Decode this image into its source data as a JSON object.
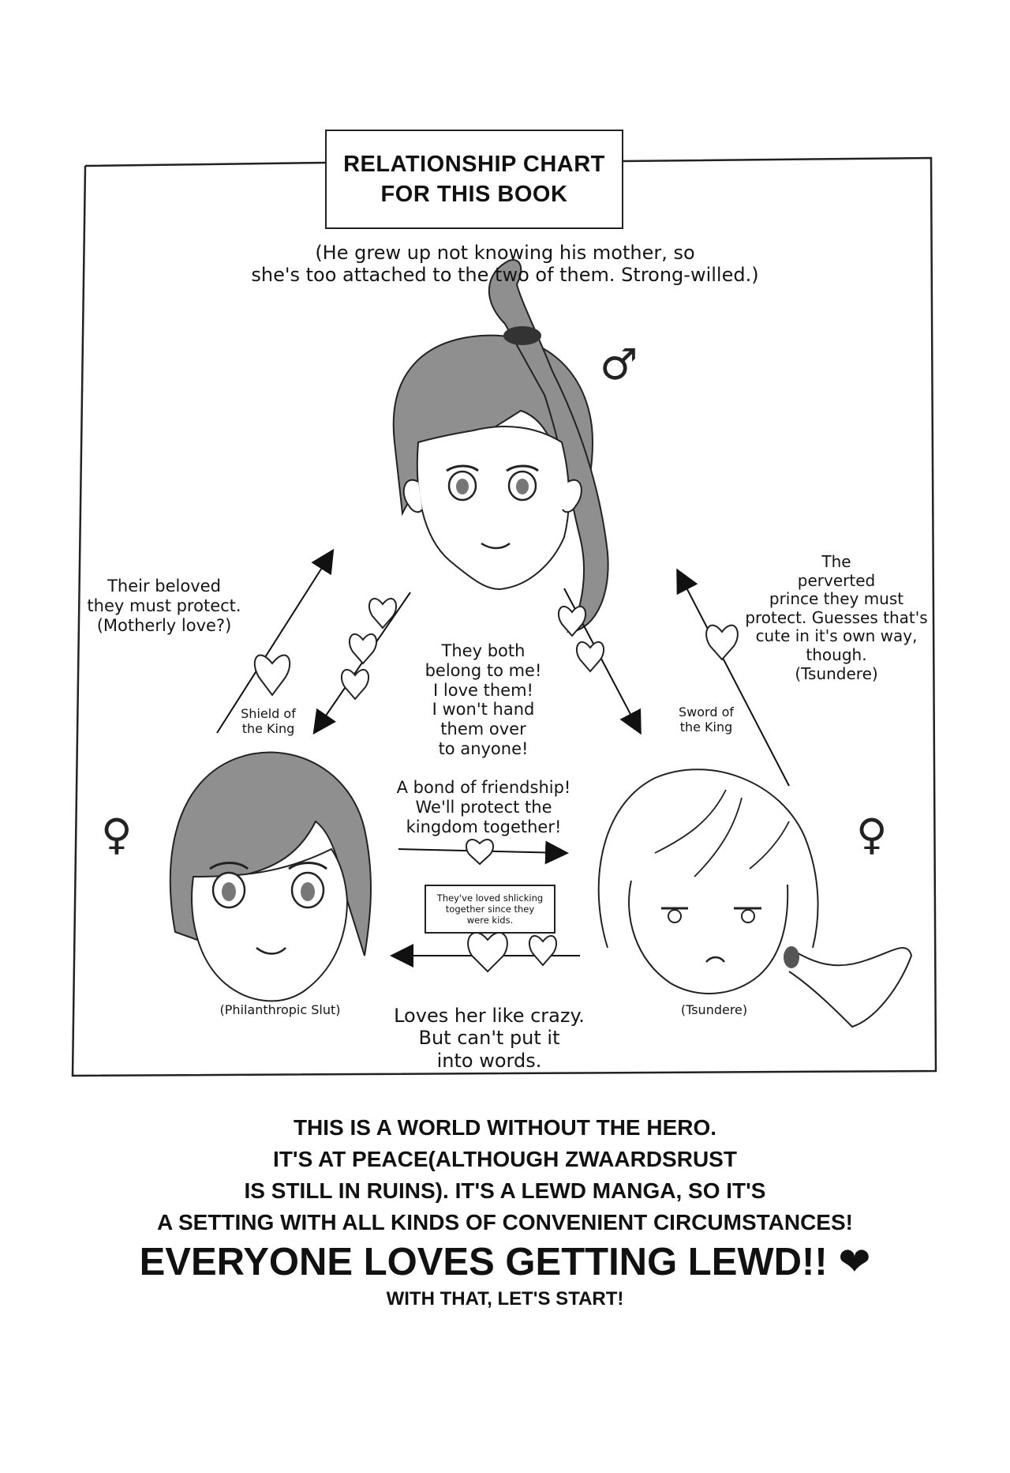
{
  "title": {
    "line1": "RELATIONSHIP CHART",
    "line2": "FOR THIS BOOK"
  },
  "characters": {
    "top": {
      "note_line1": "(He grew up not knowing  his mother, so",
      "note_line2": "she's too attached to the two of them.  Strong-willed.)",
      "gender_symbol": "♂"
    },
    "left": {
      "label": "(Philanthropic Slut)",
      "gender_symbol": "♀"
    },
    "right": {
      "label": "(Tsundere)",
      "gender_symbol": "♀"
    }
  },
  "relations": {
    "left_to_top": {
      "lines": [
        "Their beloved",
        "they must protect.",
        "(Motherly love?)"
      ]
    },
    "left_role": {
      "lines": [
        "Shield of",
        "the King"
      ]
    },
    "right_to_top": {
      "lines": [
        "The",
        "perverted",
        "prince they must",
        "protect. Guesses that's",
        "cute in it's own way,",
        "though.",
        "(Tsundere)"
      ]
    },
    "right_role": {
      "lines": [
        "Sword of",
        "the King"
      ]
    },
    "top_to_both": {
      "lines": [
        "They both",
        "belong to me!",
        "I love them!",
        "I won't hand",
        "them over",
        "to anyone!"
      ]
    },
    "left_to_right": {
      "lines": [
        "A bond of friendship!",
        "We'll protect the",
        "kingdom together!"
      ]
    },
    "note_box": {
      "lines": [
        "They've  loved shlicking",
        "together since they",
        "were kids."
      ]
    },
    "right_to_left": {
      "lines": [
        "Loves her like crazy.",
        "But can't put it",
        "into words."
      ]
    }
  },
  "footer": {
    "lines": [
      "THIS IS A WORLD WITHOUT THE HERO.",
      "IT'S AT PEACE(ALTHOUGH ZWAARDSRUST",
      "IS STILL IN RUINS). IT'S A LEWD MANGA, SO IT'S",
      "A SETTING WITH ALL KINDS OF CONVENIENT CIRCUMSTANCES!"
    ],
    "big": "EVERYONE LOVES GETTING LEWD!!",
    "heart": "❤",
    "last": "WITH THAT, LET'S START!"
  }
}
